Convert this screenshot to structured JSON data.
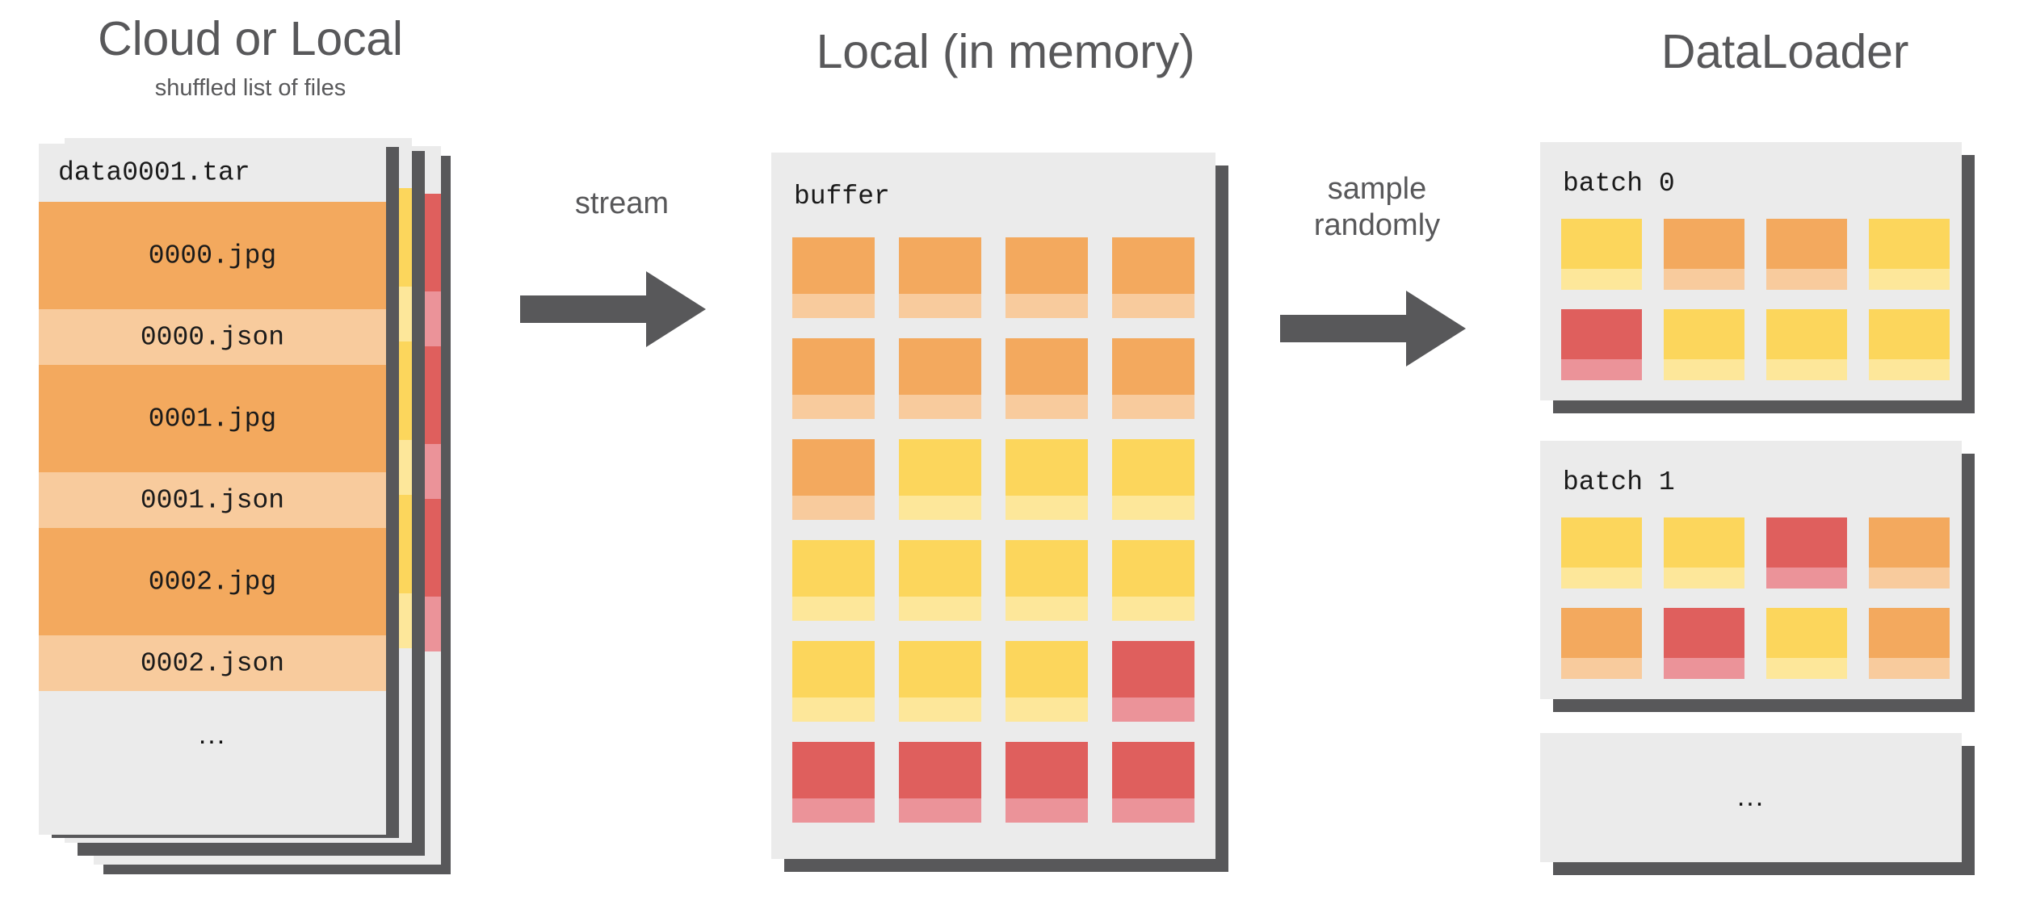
{
  "columns": {
    "left": {
      "title": "Cloud or Local",
      "subtitle": "shuffled list of files"
    },
    "middle": {
      "title": "Local (in memory)",
      "subtitle": ""
    },
    "right": {
      "title": "DataLoader",
      "subtitle": ""
    }
  },
  "arrows": [
    {
      "label": "stream",
      "name": "stream-arrow"
    },
    {
      "label": "sample\nrandomly",
      "line1": "sample",
      "line2": "randomly",
      "name": "sample-randomly-arrow"
    }
  ],
  "tar_stack": {
    "front_card": {
      "header": "data0001.tar",
      "rows": [
        {
          "label": "0000.jpg",
          "kind": "jpg"
        },
        {
          "label": "0000.json",
          "kind": "json"
        },
        {
          "label": "0001.jpg",
          "kind": "jpg"
        },
        {
          "label": "0001.json",
          "kind": "json"
        },
        {
          "label": "0002.jpg",
          "kind": "jpg"
        },
        {
          "label": "0002.json",
          "kind": "json"
        },
        {
          "label": "...",
          "kind": "ellipsis"
        }
      ]
    },
    "behind_cards": [
      {
        "accent": "yellow"
      },
      {
        "accent": "red"
      }
    ]
  },
  "buffer": {
    "label": "buffer",
    "cols": 4,
    "rows": 6,
    "tiles": [
      [
        "orange",
        "orange",
        "orange",
        "orange"
      ],
      [
        "orange",
        "orange",
        "orange",
        "orange"
      ],
      [
        "orange",
        "yellow",
        "yellow",
        "yellow"
      ],
      [
        "yellow",
        "yellow",
        "yellow",
        "yellow"
      ],
      [
        "yellow",
        "yellow",
        "yellow",
        "red"
      ],
      [
        "red",
        "red",
        "red",
        "red"
      ]
    ]
  },
  "dataloader": {
    "batches": [
      {
        "label": "batch 0",
        "tiles": [
          [
            "yellow",
            "orange",
            "orange",
            "yellow"
          ],
          [
            "red",
            "yellow",
            "yellow",
            "yellow"
          ]
        ]
      },
      {
        "label": "batch 1",
        "tiles": [
          [
            "yellow",
            "yellow",
            "red",
            "orange"
          ],
          [
            "orange",
            "red",
            "yellow",
            "orange"
          ]
        ]
      }
    ],
    "more": {
      "label": "..."
    }
  },
  "colors": {
    "orange_dark": "#f3a95e",
    "orange_light": "#f8cb9d",
    "yellow_dark": "#fcd65c",
    "yellow_light": "#fde79a",
    "red_dark": "#df5f5d",
    "red_light": "#eb9399",
    "card_bg": "#ebebeb",
    "shadow": "#58585a",
    "ink": "#58585a",
    "text": "#1a1a1a",
    "page_bg": "#ffffff"
  }
}
